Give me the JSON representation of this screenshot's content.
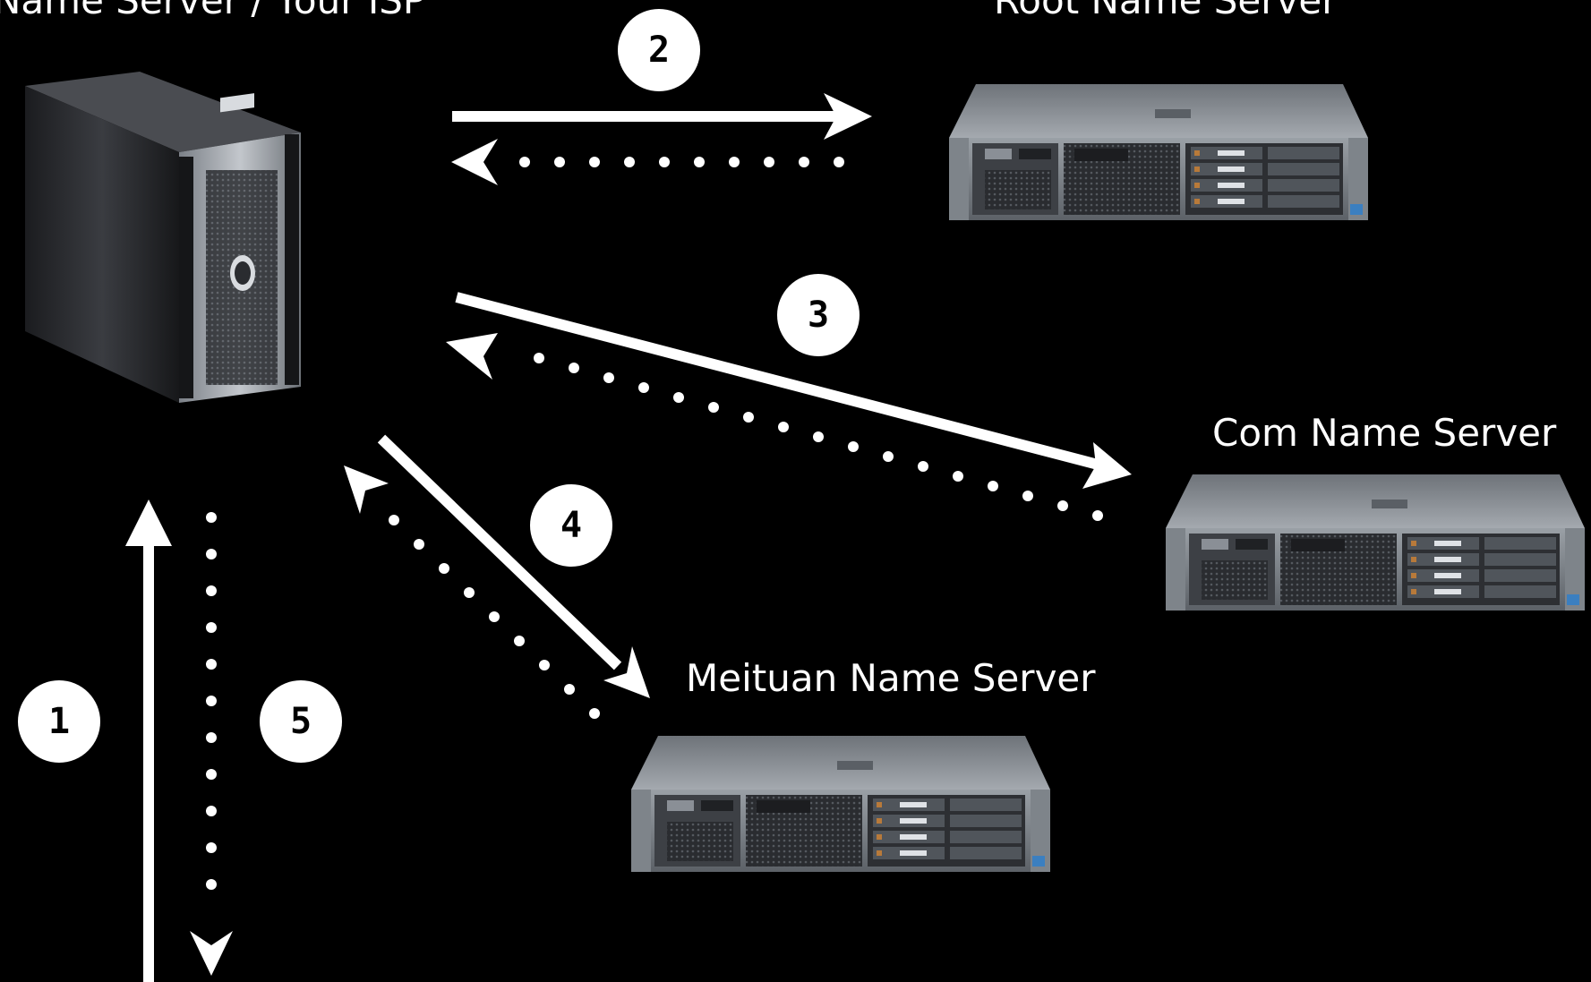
{
  "colors": {
    "background": "#000000",
    "arrow": "#ffffff",
    "badge_fill": "#ffffff",
    "badge_text": "#000000",
    "server_body": "#8e9399",
    "server_dark": "#2b2d31"
  },
  "servers": {
    "isp": {
      "label": "Name Server / Your ISP",
      "icon": "tower-server-icon"
    },
    "root": {
      "label": "Root Name Server",
      "icon": "rack-server-icon"
    },
    "com": {
      "label": "Com Name Server",
      "icon": "rack-server-icon"
    },
    "meituan": {
      "label": "Meituan Name Server",
      "icon": "rack-server-icon"
    }
  },
  "steps": [
    {
      "number": "1"
    },
    {
      "number": "2"
    },
    {
      "number": "3"
    },
    {
      "number": "4"
    },
    {
      "number": "5"
    }
  ]
}
